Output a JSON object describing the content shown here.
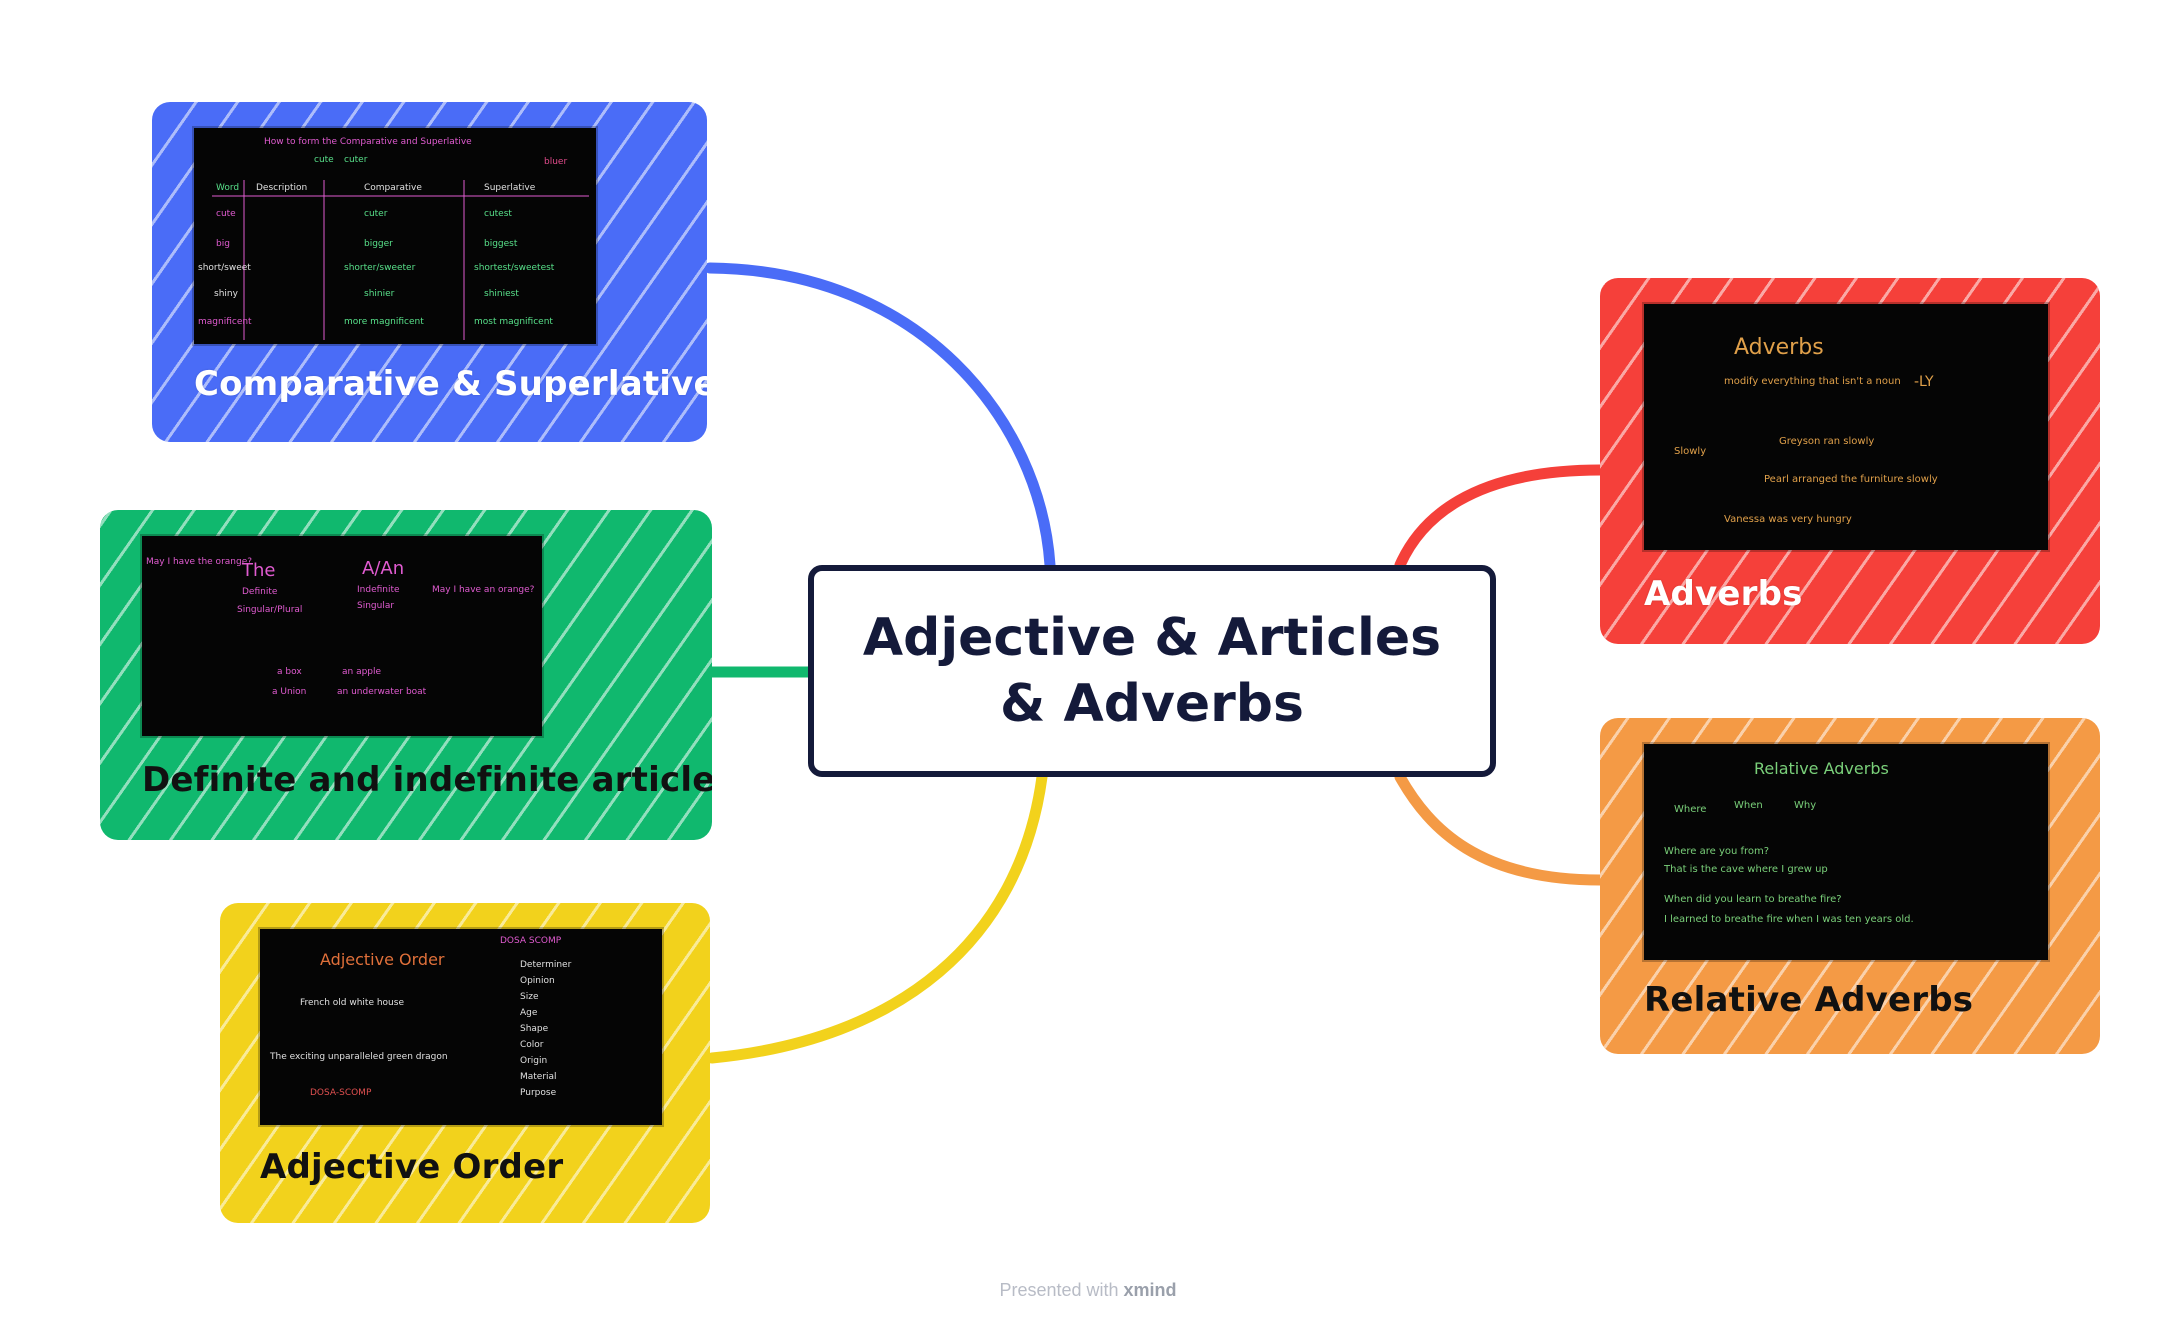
{
  "central_topic": {
    "line1": "Adjective & Articles",
    "line2": "& Adverbs"
  },
  "topics": [
    {
      "id": "comparative",
      "label": "Comparative & Superlative",
      "color": "#4a6cf7",
      "board_notes": [
        "How to form the Comparative and Superlative",
        "cute",
        "cuter",
        "bluer",
        "Word",
        "Description",
        "Comparative",
        "Superlative",
        "cute",
        "cuter",
        "cutest",
        "big",
        "bigger",
        "biggest",
        "short/sweet",
        "shorter/sweeter",
        "shortest/sweetest",
        "shiny",
        "shinier",
        "shiniest",
        "magnificent",
        "more magnificent",
        "most magnificent"
      ]
    },
    {
      "id": "articles",
      "label": "Definite and indefinite article",
      "color": "#10b86e",
      "board_notes": [
        "May I have the orange?",
        "The",
        "Definite",
        "Singular/Plural",
        "A/An",
        "Indefinite",
        "Singular",
        "May I have an orange?",
        "a box",
        "an apple",
        "a Union",
        "an underwater boat"
      ]
    },
    {
      "id": "order",
      "label": "Adjective Order",
      "color": "#f2d21c",
      "board_notes": [
        "Adjective Order",
        "DOSA SCOMP",
        "French old white house",
        "The exciting unparalleled green dragon",
        "DOSA-SCOMP",
        "Determiner",
        "Opinion",
        "Size",
        "Age",
        "Shape",
        "Color",
        "Origin",
        "Material",
        "Purpose"
      ]
    },
    {
      "id": "adverbs",
      "label": "Adverbs",
      "color": "#f5403a",
      "board_notes": [
        "Adverbs",
        "modify everything that isn't a noun",
        "-LY",
        "Slowly",
        "Greyson ran slowly",
        "Pearl arranged the furniture slowly",
        "Vanessa was very hungry"
      ]
    },
    {
      "id": "relative",
      "label": "Relative Adverbs",
      "color": "#f49a45",
      "board_notes": [
        "Relative Adverbs",
        "Where",
        "When",
        "Why",
        "Where are you from?",
        "That is the cave where I grew up",
        "When did you learn to breathe fire?",
        "I learned to breathe fire when I was ten years old."
      ]
    }
  ],
  "footer": {
    "prefix": "Presented with",
    "brand": "xmind"
  },
  "colors": {
    "central_border": "#141a3a",
    "board": "#050505"
  }
}
